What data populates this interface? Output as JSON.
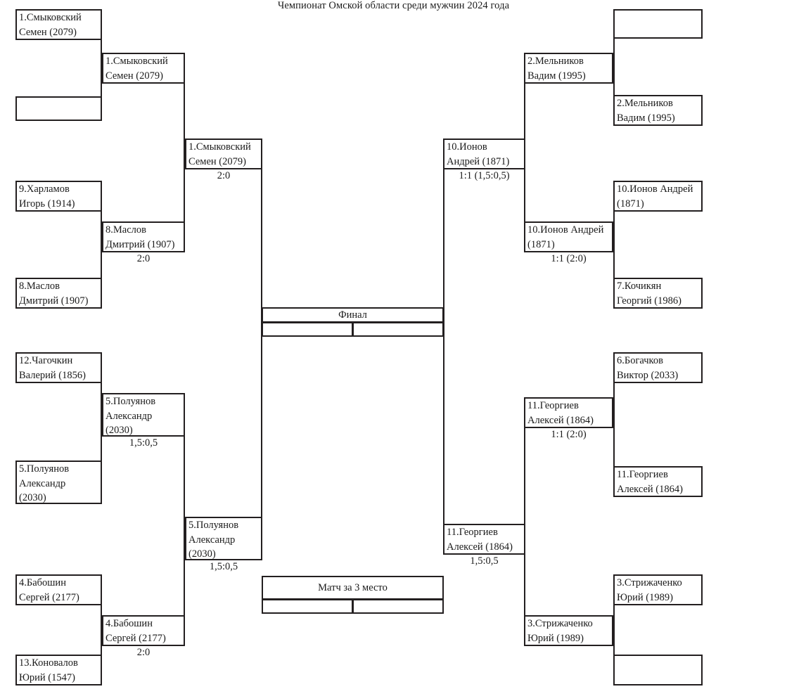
{
  "title": "Чемпионат Омской области среди мужчин 2024 года",
  "center": {
    "final_label": "Финал",
    "third_place_label": "Матч за 3 место",
    "final_cell_left": "",
    "final_cell_right": "",
    "third_cell_left": "",
    "third_cell_right": ""
  },
  "left": {
    "r1": [
      {
        "name": "1.Смыковский\nСемен (2079)"
      },
      {
        "name": ""
      },
      {
        "name": "9.Харламов\nИгорь (1914)"
      },
      {
        "name": "8.Маслов\nДмитрий (1907)"
      },
      {
        "name": "12.Чагочкин\nВалерий (1856)"
      },
      {
        "name": "5.Полуянов\nАлександр\n(2030)"
      },
      {
        "name": "4.Бабошин\nСергей (2177)"
      },
      {
        "name": "13.Коновалов\nЮрий (1547)"
      }
    ],
    "r2": [
      {
        "name": "1.Смыковский\nСемен (2079)",
        "score": ""
      },
      {
        "name": "8.Маслов\nДмитрий (1907)",
        "score": "2:0"
      },
      {
        "name": "5.Полуянов\nАлександр\n(2030)",
        "score": "1,5:0,5"
      },
      {
        "name": "4.Бабошин\nСергей (2177)",
        "score": "2:0"
      }
    ],
    "r3": [
      {
        "name": "1.Смыковский\nСемен (2079)",
        "score": "2:0"
      },
      {
        "name": "5.Полуянов\nАлександр\n(2030)",
        "score": "1,5:0,5"
      }
    ]
  },
  "right": {
    "r1": [
      {
        "name": ""
      },
      {
        "name": "2.Мельников\nВадим (1995)"
      },
      {
        "name": "10.Ионов Андрей\n(1871)"
      },
      {
        "name": "7.Кочикян\nГеоргий (1986)"
      },
      {
        "name": "6.Богачков\nВиктор (2033)"
      },
      {
        "name": "11.Георгиев\nАлексей (1864)"
      },
      {
        "name": "3.Стрижаченко\nЮрий (1989)"
      },
      {
        "name": ""
      }
    ],
    "r2": [
      {
        "name": "2.Мельников\nВадим (1995)",
        "score": ""
      },
      {
        "name": "10.Ионов Андрей\n(1871)",
        "score": "1:1 (2:0)"
      },
      {
        "name": "11.Георгиев\nАлексей (1864)",
        "score": "1:1 (2:0)"
      },
      {
        "name": "3.Стрижаченко\nЮрий (1989)",
        "score": ""
      }
    ],
    "r3": [
      {
        "name": "10.Ионов\nАндрей (1871)",
        "score": "1:1 (1,5:0,5)"
      },
      {
        "name": "11.Георгиев\nАлексей (1864)",
        "score": "1,5:0,5"
      }
    ]
  }
}
